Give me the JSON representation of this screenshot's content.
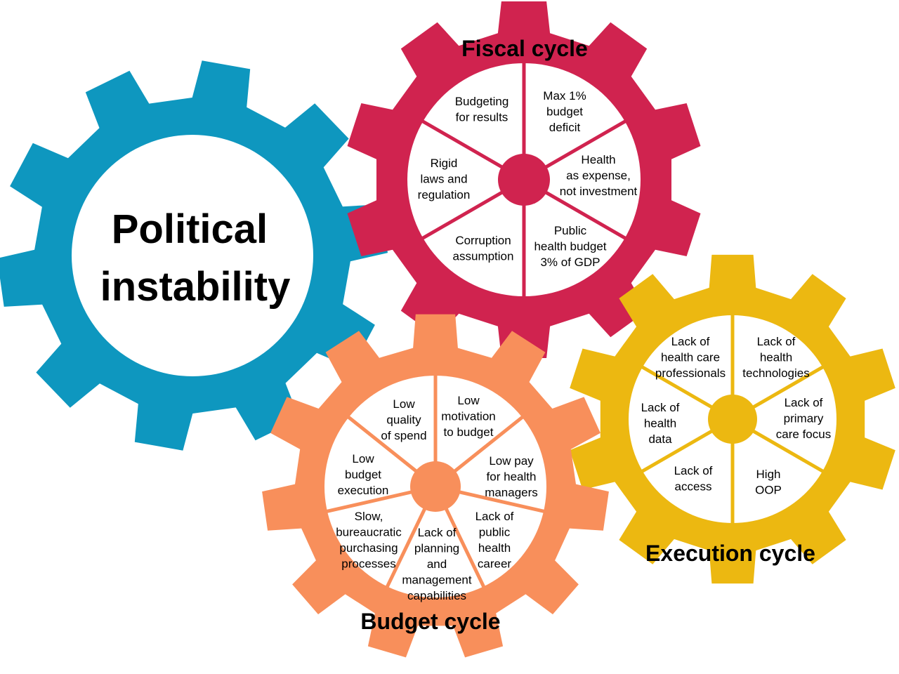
{
  "colors": {
    "political": "#0e97bf",
    "fiscal": "#d0234f",
    "budget": "#f88f5b",
    "execution": "#ecb811",
    "background": "#ffffff",
    "text": "#000000"
  },
  "political": {
    "lines": [
      "Political",
      "instability"
    ]
  },
  "fiscal": {
    "title": "Fiscal cycle",
    "segments": [
      {
        "lines": [
          "Max 1%",
          "budget",
          "deficit"
        ]
      },
      {
        "lines": [
          "Health",
          "as expense,",
          "not investment"
        ]
      },
      {
        "lines": [
          "Public",
          "health budget",
          "3% of GDP"
        ]
      },
      {
        "lines": [
          "Corruption",
          "assumption"
        ]
      },
      {
        "lines": [
          "Rigid",
          "laws and",
          "regulation"
        ]
      },
      {
        "lines": [
          "Budgeting",
          "for results"
        ]
      }
    ]
  },
  "budget": {
    "title": "Budget cycle",
    "segments": [
      {
        "lines": [
          "Low",
          "motivation",
          "to budget"
        ]
      },
      {
        "lines": [
          "Low pay",
          "for health",
          "managers"
        ]
      },
      {
        "lines": [
          "Lack of",
          "public",
          "health",
          "career"
        ]
      },
      {
        "lines": [
          "Lack of",
          "planning",
          "and",
          "management",
          "capabilities"
        ]
      },
      {
        "lines": [
          "Slow,",
          "bureaucratic",
          "purchasing",
          "processes"
        ]
      },
      {
        "lines": [
          "Low",
          "budget",
          "execution"
        ]
      },
      {
        "lines": [
          "Low",
          "quality",
          "of spend"
        ]
      }
    ]
  },
  "execution": {
    "title": "Execution cycle",
    "segments": [
      {
        "lines": [
          "Lack of",
          "health",
          "technologies"
        ]
      },
      {
        "lines": [
          "Lack of",
          "primary",
          "care focus"
        ]
      },
      {
        "lines": [
          "High",
          "OOP"
        ]
      },
      {
        "lines": [
          "Lack of",
          "access"
        ]
      },
      {
        "lines": [
          "Lack of",
          "health",
          "data"
        ]
      },
      {
        "lines": [
          "Lack of",
          "health care",
          "professionals"
        ]
      }
    ]
  }
}
